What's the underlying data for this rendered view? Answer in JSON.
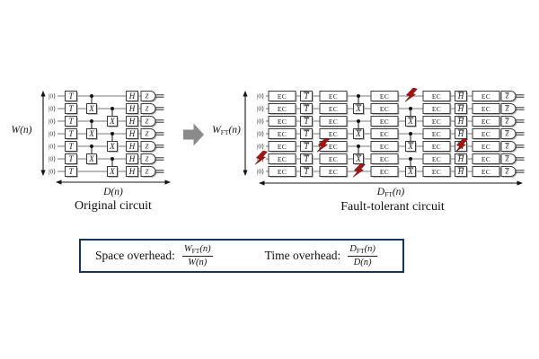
{
  "original": {
    "caption": "Original circuit",
    "input_label": "|0⟩",
    "measure_label": "Z",
    "logical_gates": false,
    "num_qubits": 7,
    "width_label": {
      "base": "W",
      "sub": "",
      "arg": "(n)"
    },
    "depth_label": {
      "base": "D",
      "sub": "",
      "arg": "(n)"
    },
    "columns": [
      {
        "kind": "gate",
        "label": "T"
      },
      {
        "kind": "cnot",
        "pairs": [
          [
            0,
            1
          ],
          [
            2,
            3
          ],
          [
            4,
            5
          ]
        ]
      },
      {
        "kind": "cnot",
        "pairs": [
          [
            1,
            2
          ],
          [
            3,
            4
          ],
          [
            5,
            6
          ]
        ]
      },
      {
        "kind": "gate",
        "label": "H"
      },
      {
        "kind": "measure"
      }
    ]
  },
  "ft": {
    "caption": "Fault-tolerant circuit",
    "input_label": "|0⟩",
    "ec_label": "EC",
    "measure_label": "Z",
    "logical_gates": true,
    "num_qubits": 7,
    "width_label": {
      "base": "W",
      "sub": "FT",
      "arg": "(n)"
    },
    "depth_label": {
      "base": "D",
      "sub": "FT",
      "arg": "(n)"
    },
    "columns": [
      {
        "kind": "ec"
      },
      {
        "kind": "gate",
        "label": "T"
      },
      {
        "kind": "ec"
      },
      {
        "kind": "cnot",
        "pairs": [
          [
            0,
            1
          ],
          [
            2,
            3
          ],
          [
            4,
            5
          ]
        ]
      },
      {
        "kind": "ec"
      },
      {
        "kind": "cnot",
        "pairs": [
          [
            1,
            2
          ],
          [
            3,
            4
          ],
          [
            5,
            6
          ]
        ]
      },
      {
        "kind": "ec"
      },
      {
        "kind": "gate",
        "label": "H"
      },
      {
        "kind": "ec"
      },
      {
        "kind": "measure"
      }
    ],
    "faults": [
      {
        "qubit": 0,
        "col": 5
      },
      {
        "qubit": 4,
        "col": 2,
        "edge": "left"
      },
      {
        "qubit": 4,
        "col": 7
      },
      {
        "qubit": 5,
        "col": "input"
      },
      {
        "qubit": 6,
        "col": 3
      }
    ]
  },
  "overhead": {
    "space_label": "Space overhead:",
    "space_fraction": {
      "num": {
        "base": "W",
        "sub": "FT",
        "arg": "(n)"
      },
      "den": {
        "base": "W",
        "sub": "",
        "arg": "(n)"
      }
    },
    "time_label": "Time overhead:",
    "time_fraction": {
      "num": {
        "base": "D",
        "sub": "FT",
        "arg": "(n)"
      },
      "den": {
        "base": "D",
        "sub": "",
        "arg": "(n)"
      }
    }
  },
  "colors": {
    "wire": "#949494",
    "gate_border": "#3c3c3c",
    "gate_shadow": "#b3b3b3",
    "cnot": "#141414",
    "fault": "#a81412",
    "fault_edge": "#5e0908",
    "arrow": "#141414",
    "block_arrow": "#8a8a8a",
    "box_border": "#17365d",
    "text": "#141414"
  }
}
